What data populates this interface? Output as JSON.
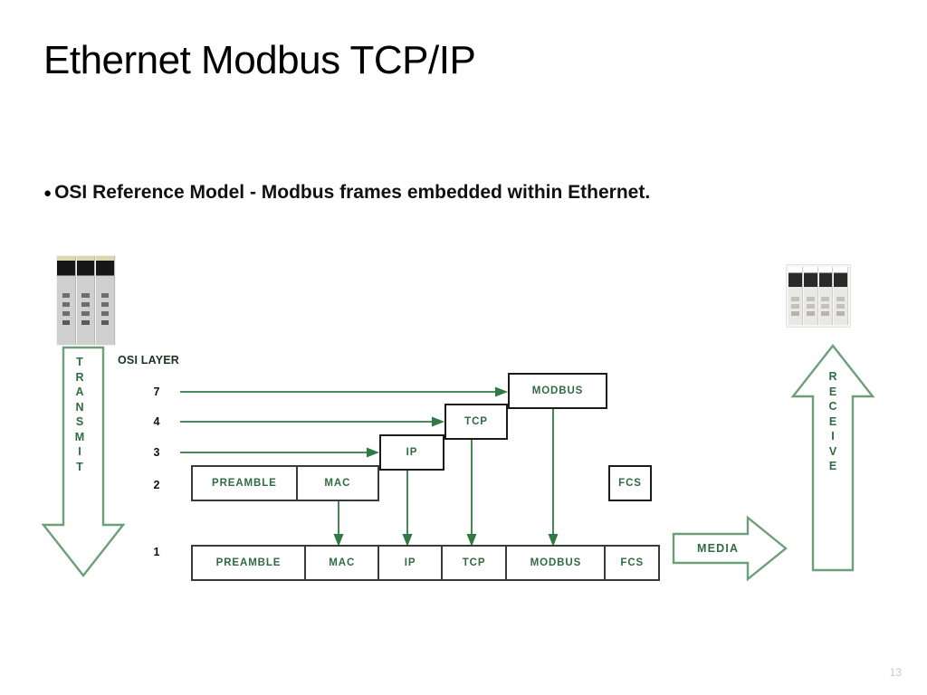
{
  "slide": {
    "title": "Ethernet Modbus TCP/IP",
    "page_number": "13",
    "bullet_glyph": "●",
    "bullet_text": "OSI Reference Model - Modbus frames embedded within Ethernet."
  },
  "colors": {
    "green_line": "#2f7a42",
    "green_text": "#2f6b42",
    "arrow_outline": "#6d9f78",
    "box_border": "#1b1b1b",
    "title_text": "#000000",
    "page_number_text": "#c9c9c9"
  },
  "diagram": {
    "osi_label": "OSI LAYER",
    "transmit_label": "TRANSMIT",
    "receive_label": "RECEIVE",
    "media_label": "MEDIA",
    "layers": [
      {
        "number": "7",
        "protocol": "MODBUS"
      },
      {
        "number": "4",
        "protocol": "TCP"
      },
      {
        "number": "3",
        "protocol": "IP"
      },
      {
        "number": "2",
        "protocol": "PREAMBLE / MAC"
      },
      {
        "number": "1",
        "protocol": "frame"
      }
    ],
    "layer_numbers": [
      "7",
      "4",
      "3",
      "2",
      "1"
    ],
    "boxes": {
      "modbus": "MODBUS",
      "tcp": "TCP",
      "ip": "IP",
      "fcs": "FCS"
    },
    "layer2_cells": [
      "PREAMBLE",
      "MAC"
    ],
    "frame_cells": [
      "PREAMBLE",
      "MAC",
      "IP",
      "TCP",
      "MODBUS",
      "FCS"
    ],
    "devices": {
      "left": "plc-module-stack",
      "right": "plc-rack-unit"
    }
  }
}
